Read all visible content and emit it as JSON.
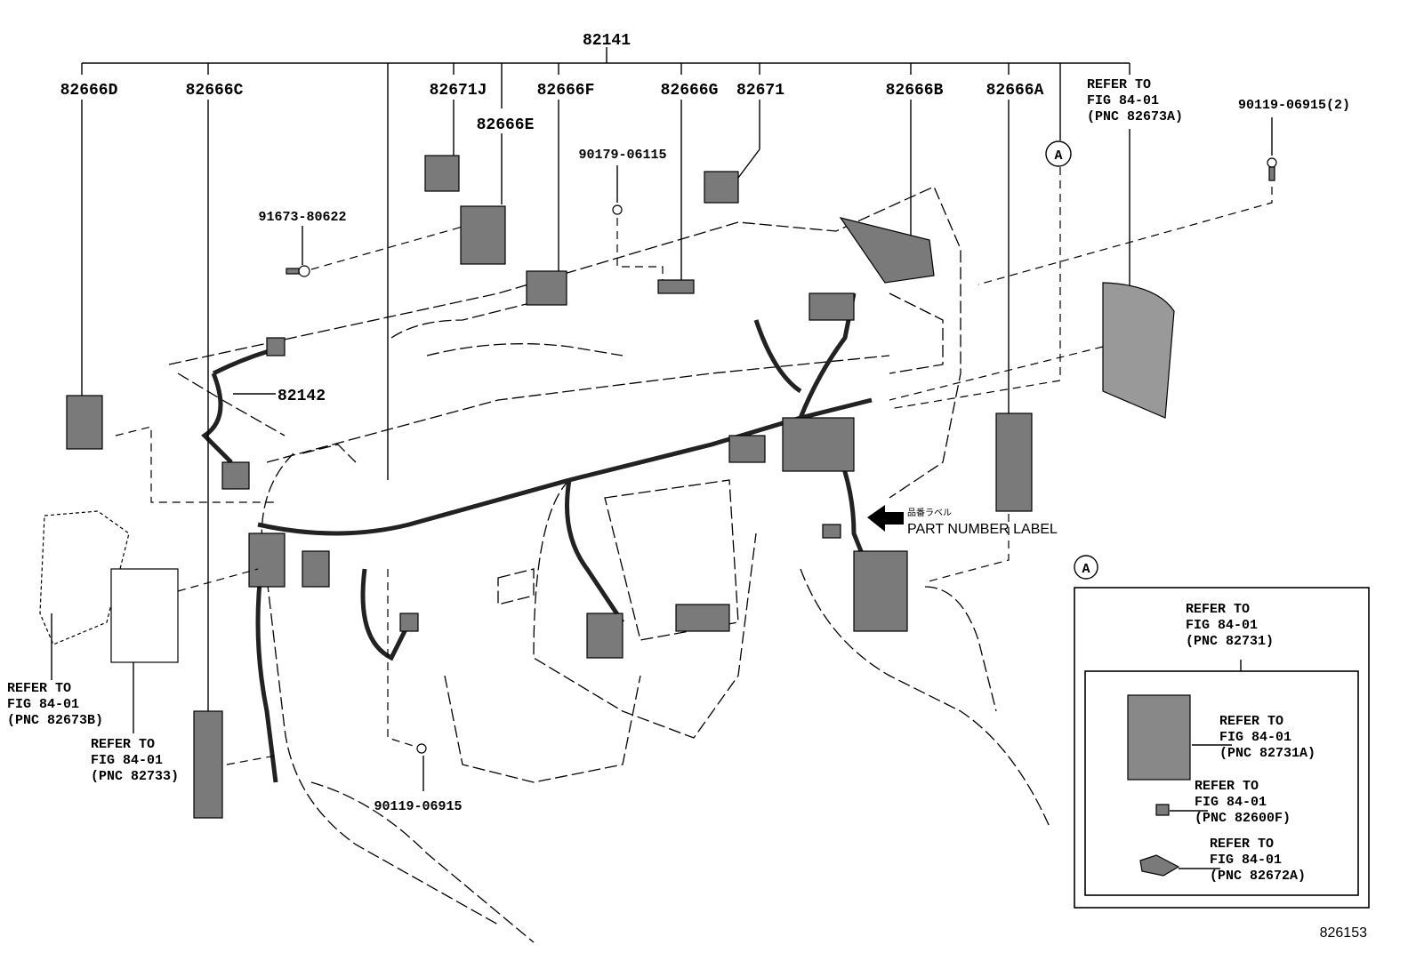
{
  "diagram": {
    "main_assembly": "82141",
    "top_labels": {
      "d": "82666D",
      "c": "82666C",
      "j": "82671J",
      "e": "82666E",
      "f": "82666F",
      "g": "82666G",
      "p82671": "82671",
      "b": "82666B",
      "a": "82666A"
    },
    "fasteners": {
      "screw_91673": "91673-80622",
      "nut_90179": "90179-06115",
      "bolt_90119_2": "90119-06915(2)",
      "bolt_90119": "90119-06915"
    },
    "sub_harness": "82142",
    "callout_letter": "A",
    "refer": {
      "line1": "REFER TO",
      "line2": "FIG 84-01",
      "pnc_82673A": "(PNC 82673A)",
      "pnc_82673B": "(PNC 82673B)",
      "pnc_82733": "(PNC 82733)",
      "pnc_82731": "(PNC 82731)",
      "pnc_82731A": "(PNC 82731A)",
      "pnc_82600F": "(PNC 82600F)",
      "pnc_82672A": "(PNC 82672A)"
    },
    "part_number_label_jp": "品番ラベル",
    "part_number_label": "PART NUMBER LABEL",
    "figure_number": "826153"
  }
}
